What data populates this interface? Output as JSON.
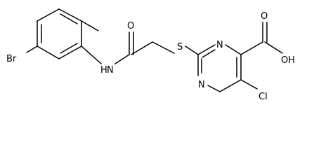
{
  "molecule": {
    "atoms": {
      "br": "Br",
      "nh": "H",
      "n_amide": "N",
      "o_amide": "O",
      "s": "S",
      "n_ring_top": "N",
      "n_ring_bottom": "N",
      "o_acid": "O",
      "oh": "OH",
      "cl": "Cl"
    }
  }
}
